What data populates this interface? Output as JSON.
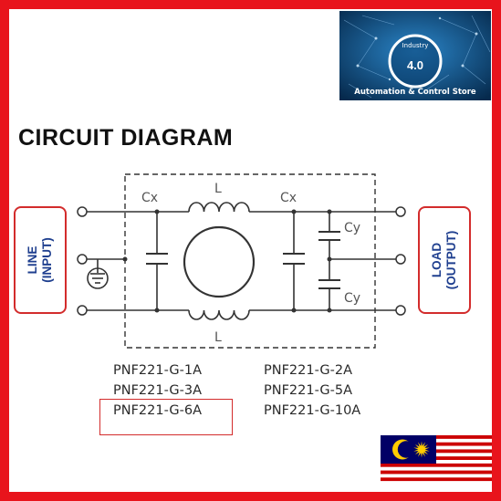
{
  "logo": {
    "circle_text": "Industry",
    "version": "4.0",
    "store_name": "Automation & Control Store"
  },
  "title": "CIRCUIT DIAGRAM",
  "left_box": {
    "line1": "LINE",
    "line2": "(INPUT)"
  },
  "right_box": {
    "line1": "LOAD",
    "line2": "(OUTPUT)"
  },
  "components": {
    "cx_left": "Cx",
    "inductor_top": "L",
    "cx_right": "Cx",
    "cy_top": "Cy",
    "inductor_bottom": "L",
    "cy_bottom": "Cy"
  },
  "models": {
    "left": [
      "PNF221-G-1A",
      "PNF221-G-3A",
      "PNF221-G-6A"
    ],
    "right": [
      "PNF221-G-2A",
      "PNF221-G-5A",
      "PNF221-G-10A"
    ]
  },
  "colors": {
    "frame": "#e8141c",
    "highlight": "#d32c2c",
    "label_text": "#1f3f8f",
    "flag_red": "#cc0001",
    "flag_blue": "#010066",
    "flag_yellow": "#ffcc00"
  }
}
